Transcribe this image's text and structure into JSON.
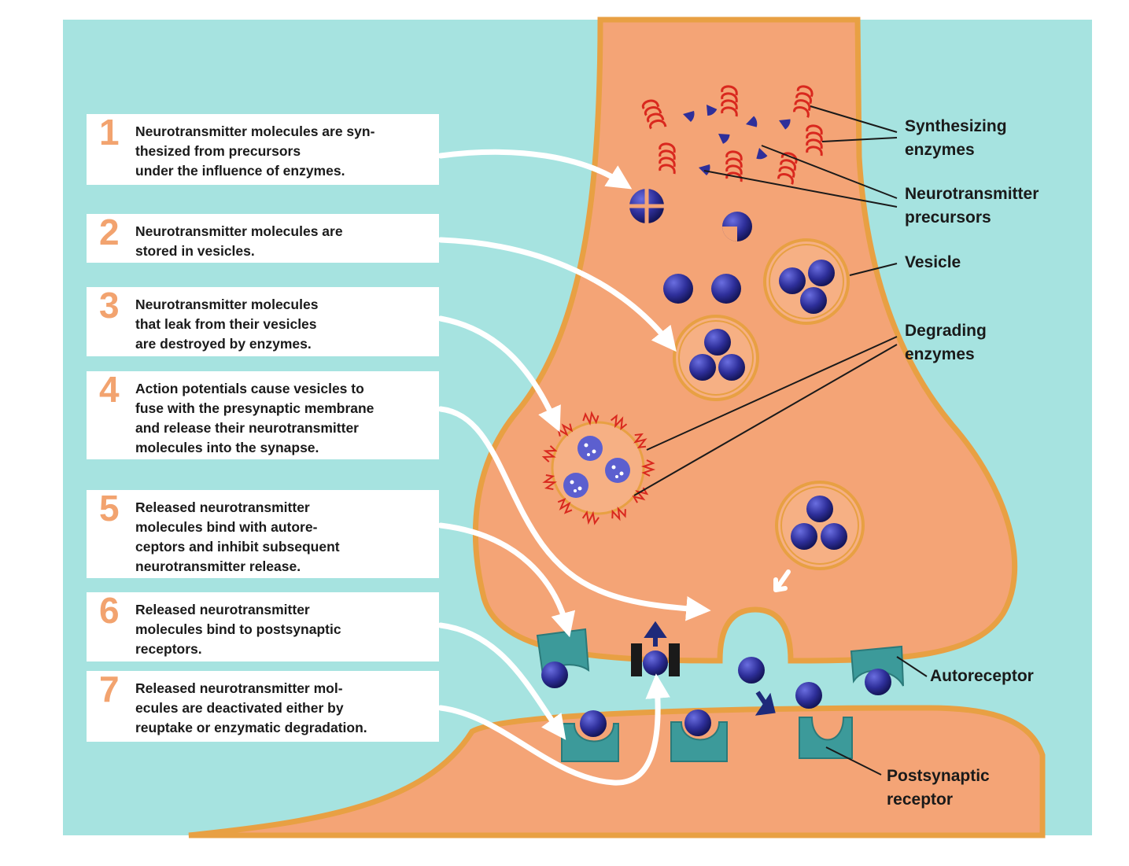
{
  "steps": [
    {
      "number": "1",
      "text": "Neurotransmitter molecules are syn-\nthesized from precursors\nunder the influence of enzymes."
    },
    {
      "number": "2",
      "text": "Neurotransmitter molecules are\nstored in vesicles."
    },
    {
      "number": "3",
      "text": "Neurotransmitter molecules\nthat leak from their vesicles\nare destroyed by enzymes."
    },
    {
      "number": "4",
      "text": "Action potentials cause vesicles to\nfuse with the presynaptic membrane\nand release their neurotransmitter\nmolecules into the synapse."
    },
    {
      "number": "5",
      "text": "Released neurotransmitter\nmolecules bind with autore-\nceptors and inhibit subsequent\nneurotransmitter release."
    },
    {
      "number": "6",
      "text": "Released neurotransmitter\nmolecules bind to postsynaptic\nreceptors."
    },
    {
      "number": "7",
      "text": "Released neurotransmitter mol-\necules are deactivated either by\nreuptake or enzymatic degradation."
    }
  ],
  "callouts": {
    "synthesizing_enzymes": "Synthesizing\nenzymes",
    "precursors": "Neurotransmitter\nprecursors",
    "vesicle": "Vesicle",
    "degrading_enzymes": "Degrading\nenzymes",
    "autoreceptor": "Autoreceptor",
    "postsynaptic_receptor": "Postsynaptic\nreceptor"
  },
  "colors": {
    "background": "#a6e3e0",
    "neuron": "#f4a476",
    "neuron_outline": "#e8a043",
    "molecule": "#2e2f9a",
    "receptor": "#3c9a9a",
    "enzyme": "#d9281e",
    "step_number": "#f2a36f"
  }
}
